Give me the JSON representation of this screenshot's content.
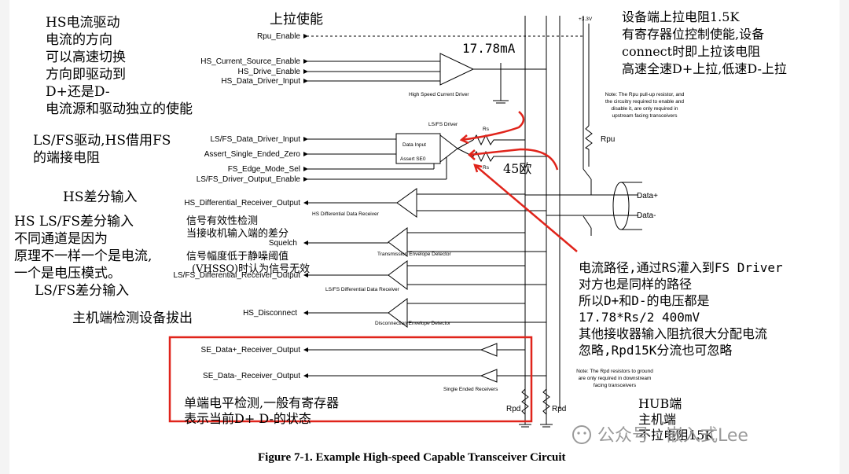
{
  "signals_left": {
    "rpu_enable": "Rpu_Enable",
    "hs_current_source_enable": "HS_Current_Source_Enable",
    "hs_drive_enable": "HS_Drive_Enable",
    "hs_data_driver_input": "HS_Data_Driver_Input",
    "lsfs_data_driver_input": "LS/FS_Data_Driver_Input",
    "assert_single_ended_zero": "Assert_Single_Ended_Zero",
    "fs_edge_mode_sel": "FS_Edge_Mode_Sel",
    "lsfs_driver_output_enable": "LS/FS_Driver_Output_Enable",
    "hs_differential_receiver_output": "HS_Differential_Receiver_Output",
    "squelch": "Squelch",
    "lsfs_differential_receiver_output": "LS/FS_Differential_Receiver_Output",
    "hs_disconnect": "HS_Disconnect",
    "se_data_plus_receiver_output": "SE_Data+_Receiver_Output",
    "se_data_minus_receiver_output": "SE_Data-_Receiver_Output"
  },
  "block_labels": {
    "hs_current_driver": "High Speed Current Driver",
    "lsfs_driver": "LS/FS Driver",
    "data_input": "Data Input",
    "assert_se0": "Assert SE0",
    "rs_top": "Rs",
    "rs_bottom": "Rs",
    "hs_diff_receiver": "HS Differential Data Receiver",
    "transmission_envelope_detector": "Transmission Envelope Detector",
    "lsfs_diff_receiver": "LS/FS Differential Data Receiver",
    "disconnection_envelope_detector": "Disconnection Envelope Detector",
    "single_ended_receivers": "Single Ended Receivers",
    "rpd_left": "Rpd",
    "rpd_right": "Rpd",
    "rpu": "Rpu",
    "v33": "+3.3V",
    "data_plus": "Data+",
    "data_minus": "Data-",
    "note_rpu_1": "Note:  The Rpu pull-up resistor, and",
    "note_rpu_2": "the circuitry required to enable and",
    "note_rpu_3": "disable it, are only required in",
    "note_rpu_4": "upstream facing transceivers",
    "note_rpd_1": "Note:  The Rpd resistors to ground",
    "note_rpd_2": "are only required in downstream",
    "note_rpd_3": "facing transceivers"
  },
  "annotations": {
    "hs_drive": [
      "HS电流驱动",
      "电流的方向",
      "可以高速切换",
      "方向即驱动到",
      "D+还是D-",
      "电流源和驱动独立的使能"
    ],
    "pullup_enable": "上拉使能",
    "current_value": "17.78mA",
    "device_pullup": [
      "设备端上拉电阻1.5K",
      "有寄存器位控制使能,设备",
      "connect时即上拉该电阻",
      "高速全速D+上拉,低速D-上拉"
    ],
    "lsfs_drive": [
      "LS/FS驱动,HS借用FS",
      "的端接电阻"
    ],
    "ohm45": "45欧",
    "hs_diff_input": "HS差分输入",
    "hs_lsfs_diff": [
      "HS LS/FS差分输入",
      "不同通道是因为",
      "原理不一样一个是电流,",
      "一个是电压模式。"
    ],
    "lsfs_diff_input": "LS/FS差分输入",
    "signal_valid": [
      "信号有效性检测",
      "当接收机输入端的差分",
      "信号幅度低于静噪阈值",
      "(VHSSQ)时认为信号无效"
    ],
    "host_detect": "主机端检测设备拔出",
    "current_path": [
      "电流路径,通过RS灌入到FS Driver",
      "对方也是同样的路径",
      "所以D+和D-的电压都是",
      "17.78*Rs/2 400mV",
      "其他接收器输入阻抗很大分配电流",
      "忽略,Rpd15K分流也可忽略"
    ],
    "single_ended": [
      "单端电平检测,一般有寄存器",
      "表示当前D+ D-的状态"
    ],
    "hub_side": [
      "HUB端",
      "主机端",
      "不拉电阻15K"
    ]
  },
  "caption": "Figure 7-1.  Example High-speed Capable Transceiver Circuit",
  "watermark": "公众号 · 嵌入式Lee",
  "colors": {
    "annotation_red": "#e0241b",
    "line": "#000000"
  }
}
